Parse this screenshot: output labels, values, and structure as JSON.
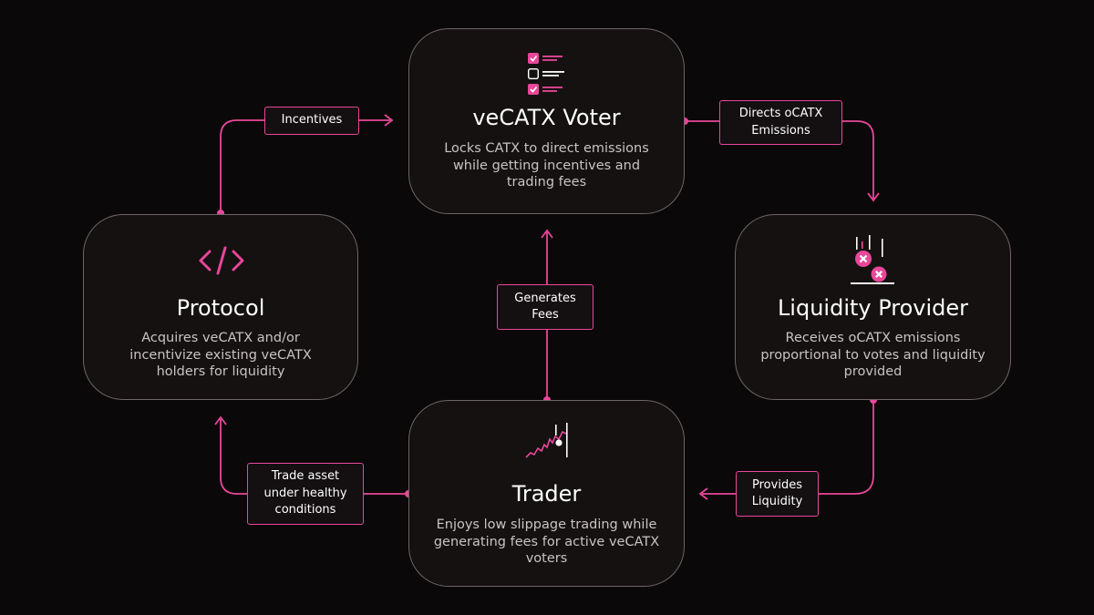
{
  "colors": {
    "accent": "#e8479a",
    "background": "#0a0809",
    "card": "#141110",
    "card_border": "#6e6567"
  },
  "nodes": {
    "voter": {
      "icon": "checklist-icon",
      "title": "veCATX Voter",
      "description": "Locks CATX to direct emissions while getting incentives and trading fees"
    },
    "liquidity": {
      "icon": "falling-coins-icon",
      "title": "Liquidity Provider",
      "description": "Receives oCATX emissions proportional to votes and liquidity provided"
    },
    "trader": {
      "icon": "chart-icon",
      "title": "Trader",
      "description": "Enjoys low slippage trading while generating fees for active veCATX voters"
    },
    "protocol": {
      "icon": "code-icon",
      "title": "Protocol",
      "description": "Acquires veCATX and/or incentivize existing veCATX holders for liquidity"
    }
  },
  "edges": {
    "incentives": "Incentives",
    "directs": "Directs oCATX\nEmissions",
    "provides": "Provides\nLiquidity",
    "generates": "Generates\nFees",
    "trade": "Trade asset\nunder healthy\nconditions"
  }
}
